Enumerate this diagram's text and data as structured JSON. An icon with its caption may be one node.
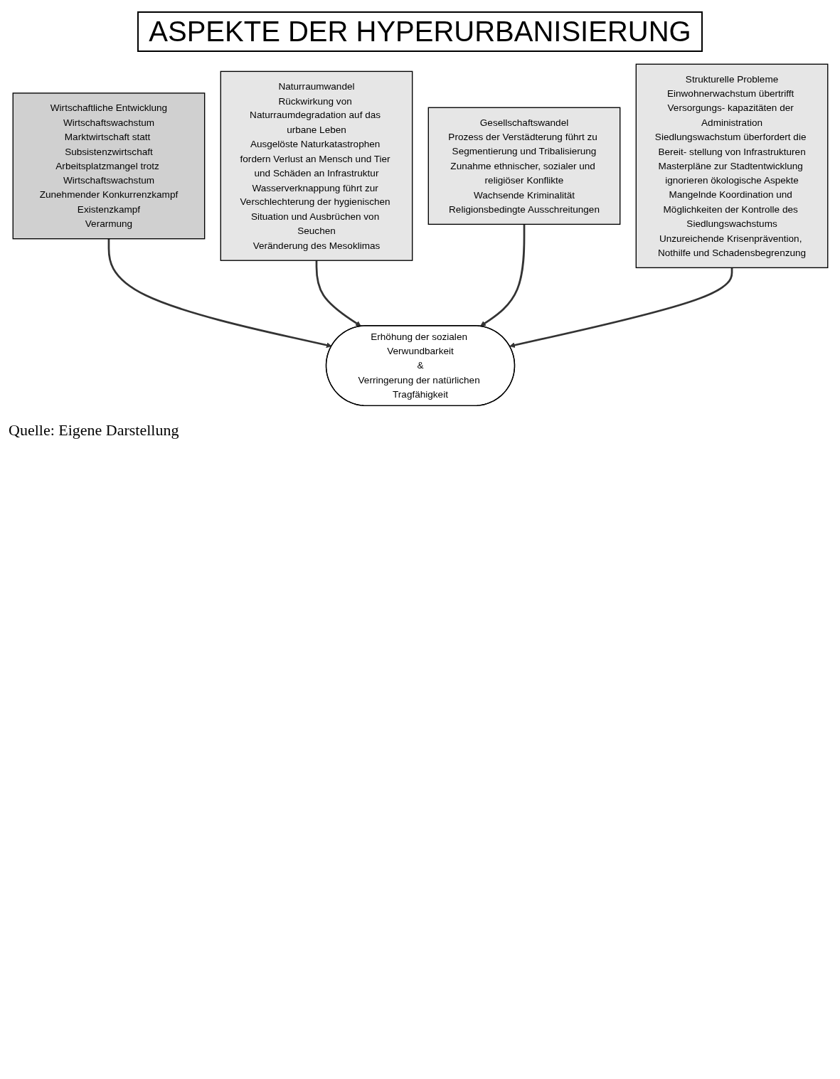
{
  "diagram": {
    "title": "ASPEKTE DER HYPERURBANISIERUNG",
    "caption": "Quelle: Eigene Darstellung",
    "nodes": [
      {
        "text": [
          "Wirtschaftliche Entwicklung",
          "Wirtschaftswachstum",
          "Marktwirtschaft statt Subsistenzwirtschaft",
          "Arbeitsplatzmangel trotz Wirtschaftswachstum",
          "Zunehmender Konkurrenzkampf",
          "Existenzkampf",
          "Verarmung"
        ]
      },
      {
        "text": [
          "Naturraumwandel",
          "Rückwirkung von Naturraumdegradation auf das urbane Leben",
          "Ausgelöste Naturkatastrophen fordern Verlust an Mensch und Tier und Schäden an Infrastruktur",
          "Wasserverknappung führt zur Verschlechterung der hygienischen Situation und Ausbrüchen von Seuchen",
          "Veränderung des Mesoklimas"
        ]
      },
      {
        "text": [
          "Gesellschaftswandel",
          "Prozess der Verstädterung führt zu Segmentierung und Tribalisierung",
          "Zunahme ethnischer, sozialer und religiöser Konflikte",
          "Wachsende Kriminalität",
          "Religionsbedingte Ausschreitungen"
        ]
      },
      {
        "text": [
          "Strukturelle Probleme",
          "Einwohnerwachstum übertrifft Versorgungs- kapazitäten der Administration",
          "Siedlungswachstum überfordert die Bereit- stellung von Infrastrukturen",
          "Masterpläne zur Stadtentwicklung ignorieren ökologische Aspekte",
          "Mangelnde Koordination und Möglichkeiten der Kontrolle des Siedlungswachstums",
          "Unzureichende Krisenprävention, Nothilfe und Schadensbegrenzung"
        ]
      },
      {
        "text": [
          "Erhöhung der sozialen Verwundbarkeit",
          "&",
          "Verringerung der natürlichen Tragfähigkeit"
        ]
      }
    ],
    "edges": [
      {
        "from": 0,
        "to": 4,
        "arrow": "to"
      },
      {
        "from": 1,
        "to": 4,
        "arrow": "to"
      },
      {
        "from": 2,
        "to": 4,
        "arrow": "to"
      },
      {
        "from": 3,
        "to": 4,
        "arrow": "to"
      }
    ]
  }
}
